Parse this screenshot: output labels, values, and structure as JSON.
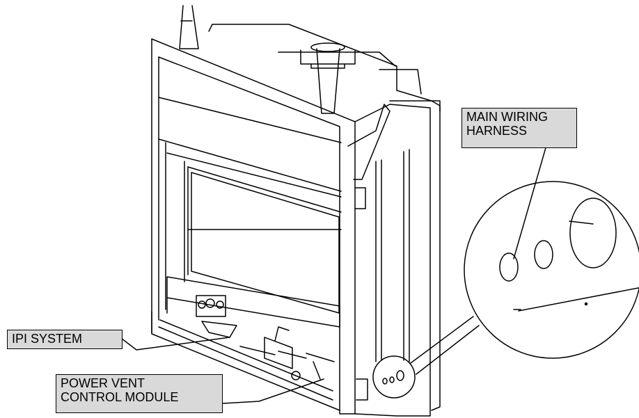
{
  "callouts": {
    "main_wiring_harness": [
      "MAIN WIRING",
      "HARNESS"
    ],
    "ipi_system": [
      "IPI SYSTEM"
    ],
    "power_vent_control_module": [
      "POWER VENT",
      "CONTROL MODULE"
    ]
  },
  "colors": {
    "line": "#000000",
    "callout_fill": "#d9d9d9",
    "background": "#ffffff"
  }
}
